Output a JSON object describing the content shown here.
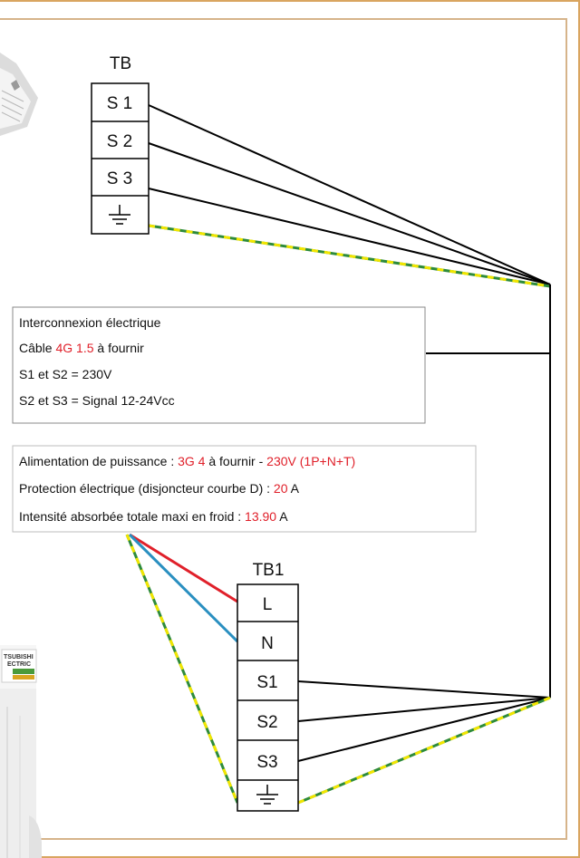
{
  "colors": {
    "page_border": "#d9a560",
    "frame": "#d6b48a",
    "highlight": "#e0202a",
    "wire_black": "#000000",
    "wire_red": "#e0202a",
    "wire_blue": "#2a8fc0",
    "earth_green": "#2e8b3a",
    "earth_yellow": "#f2e600"
  },
  "terminal_block_indoor": {
    "title": "TB",
    "terminals": [
      "S 1",
      "S 2",
      "S 3"
    ],
    "earth_icon": "earth-ground-icon"
  },
  "terminal_block_outdoor": {
    "title": "TB1",
    "terminals": [
      "L",
      "N",
      "S1",
      "S2",
      "S3"
    ],
    "earth_icon": "earth-ground-icon"
  },
  "interconnection_note": {
    "heading": "Interconnexion électrique",
    "cable_prefix": "Câble ",
    "cable_value": "4G 1.5",
    "cable_suffix": " à fournir",
    "line3": "S1 et S2 = 230V",
    "line4": "S2 et S3 = Signal 12-24Vcc"
  },
  "power_note": {
    "line1_prefix": "Alimentation de puissance : ",
    "line1_cable": "3G 4",
    "line1_mid": " à fournir - ",
    "line1_voltage": "230V (1P+N+T)",
    "line2_prefix": "Protection électrique (disjoncteur courbe D) : ",
    "line2_value": "20",
    "line2_unit": " A",
    "line3_prefix": "Intensité absorbée totale maxi en froid : ",
    "line3_value": "13.90",
    "line3_unit": " A"
  },
  "outdoor_unit_badge": {
    "brand_line1": "TSUBISHI",
    "brand_line2": "ECTRIC"
  }
}
